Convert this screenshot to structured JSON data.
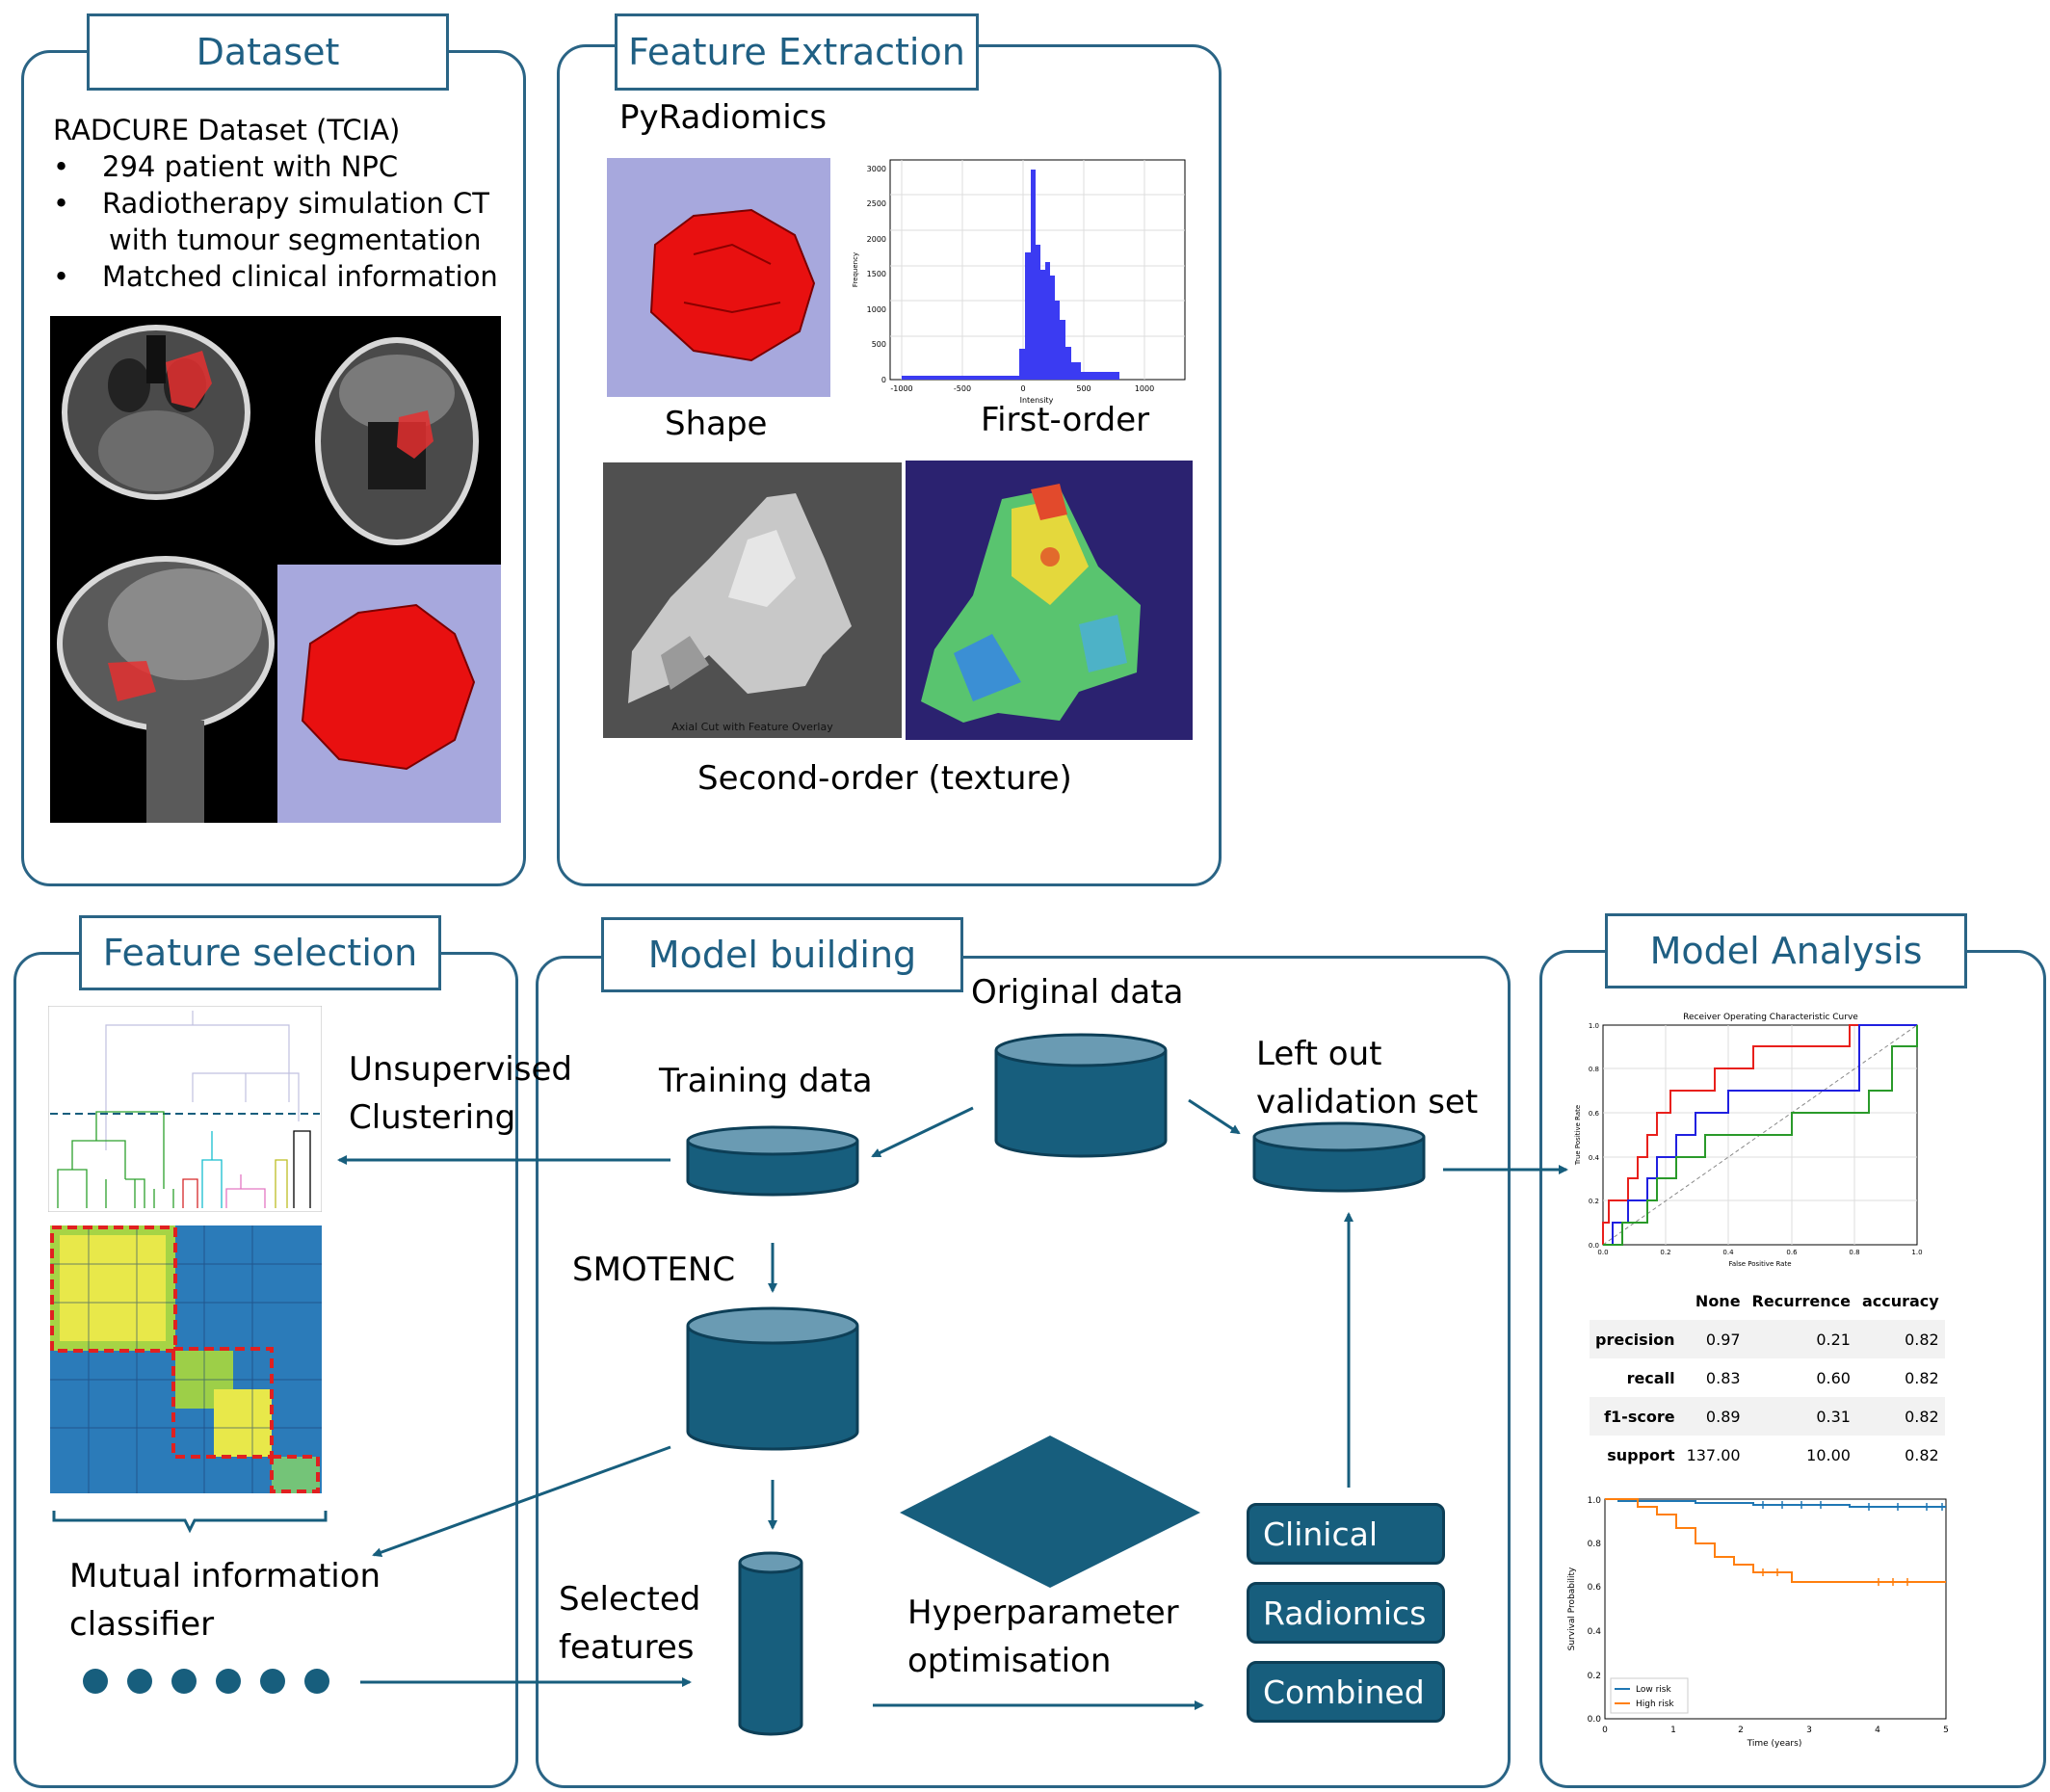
{
  "dataset": {
    "title": "Dataset",
    "source": "RADCURE Dataset (TCIA)",
    "bullets": [
      "294 patient with NPC",
      "Radiotherapy simulation CT",
      "with tumour segmentation",
      "Matched clinical information"
    ]
  },
  "feature_extraction": {
    "title": "Feature Extraction",
    "tool": "PyRadiomics",
    "shape_label": "Shape",
    "first_order_label": "First-order",
    "texture_label": "Second-order (texture)",
    "axial_caption": "Axial Cut with Feature Overlay",
    "histogram": {
      "xlabel": "Intensity",
      "ylabel": "Frequency",
      "xticks": [
        "-1000",
        "-500",
        "0",
        "500",
        "1000"
      ],
      "yticks": [
        "0",
        "500",
        "1000",
        "1500",
        "2000",
        "2500",
        "3000"
      ]
    }
  },
  "feature_selection": {
    "title": "Feature selection",
    "unsupervised_label_1": "Unsupervised",
    "unsupervised_label_2": "Clustering",
    "mi_label_1": "Mutual information",
    "mi_label_2": "classifier"
  },
  "model_building": {
    "title": "Model building",
    "original_data": "Original data",
    "training_data": "Training data",
    "left_out_1": "Left out",
    "left_out_2": "validation set",
    "smotenc": "SMOTENC",
    "selected_1": "Selected",
    "selected_2": "features",
    "hyper_1": "Hyperparameter",
    "hyper_2": "optimisation",
    "models": [
      "Clinical",
      "Radiomics",
      "Combined"
    ]
  },
  "model_analysis": {
    "title": "Model Analysis",
    "roc_title": "Receiver Operating Characteristic Curve",
    "roc_xlabel": "False Positive Rate",
    "roc_ylabel": "True Positive Rate",
    "roc_ticks": [
      "0.0",
      "0.2",
      "0.4",
      "0.6",
      "0.8",
      "1.0"
    ],
    "table": {
      "headers": [
        "",
        "None",
        "Recurrence",
        "accuracy"
      ],
      "rows": [
        [
          "precision",
          "0.97",
          "0.21",
          "0.82"
        ],
        [
          "recall",
          "0.83",
          "0.60",
          "0.82"
        ],
        [
          "f1-score",
          "0.89",
          "0.31",
          "0.82"
        ],
        [
          "support",
          "137.00",
          "10.00",
          "0.82"
        ]
      ]
    },
    "km_ylabel": "Survival Probability",
    "km_xlabel": "Time (years)",
    "km_yticks": [
      "0.0",
      "0.2",
      "0.4",
      "0.6",
      "0.8",
      "1.0"
    ],
    "km_xticks": [
      "0",
      "1",
      "2",
      "3",
      "4",
      "5"
    ],
    "km_legend": [
      "Low risk",
      "High risk"
    ],
    "colors": {
      "low": "#1f77b4",
      "high": "#ff7f0e"
    }
  },
  "colors": {
    "accent": "#175e7d",
    "border": "#2a6485",
    "title_text": "#1f5f83"
  }
}
